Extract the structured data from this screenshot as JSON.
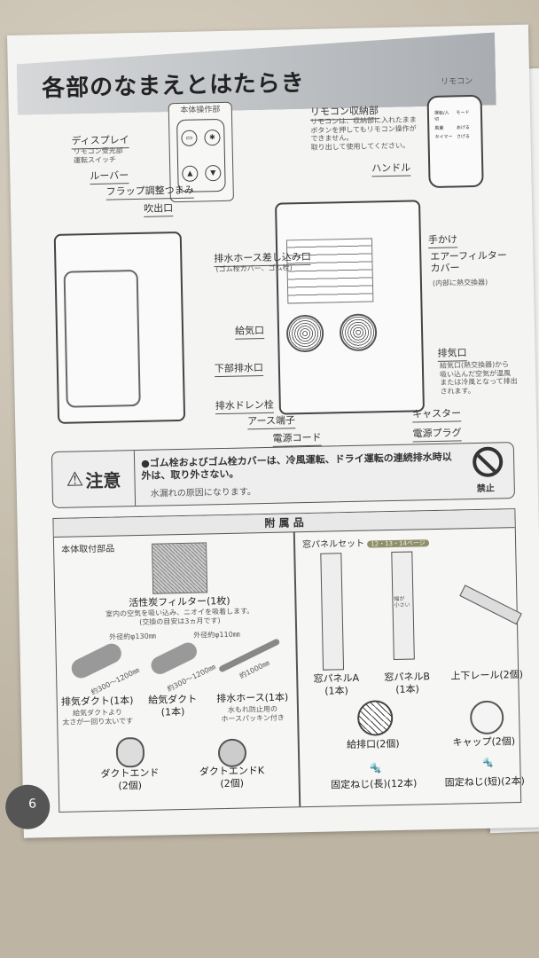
{
  "header": {
    "title": "各部のなまえとはたらき"
  },
  "front": {
    "control_panel_title": "本体操作部",
    "control_buttons": [
      "モード",
      "風量",
      "あげる",
      "さげる"
    ],
    "display": "ディスプレイ",
    "display_note": "リモコン受光部\n運転スイッチ",
    "louver": "ルーバー",
    "flap": "フラップ調整つまみ",
    "outlet": "吹出口"
  },
  "back": {
    "remote_storage": "リモコン収納部",
    "remote_storage_note": "リモコンは、収納部に入れたまま\nボタンを押してもリモコン操作が\nできません。\n取り出して使用してください。",
    "handle": "ハンドル",
    "grip": "手かけ",
    "filter_cover": "エアーフィルター\nカバー",
    "filter_cover_note": "(内部に熱交換器)",
    "drain_hose_inlet": "排水ホース差し込み口",
    "drain_hose_inlet_note": "(ゴム栓カバー、ゴム栓)",
    "intake": "給気口",
    "exhaust": "排気口",
    "exhaust_note": "給気口(熱交換器)から\n吸い込んだ空気が温風\nまたは冷風となって排出\nされます。",
    "lower_drain": "下部排水口",
    "drain_plug": "排水ドレン栓",
    "ground": "アース端子",
    "cord": "電源コード",
    "caster": "キャスター",
    "plug": "電源プラグ"
  },
  "remote": {
    "title": "リモコン",
    "buttons": [
      "運転/入切",
      "モード",
      "風量",
      "あげる",
      "タイマー",
      "さげる"
    ]
  },
  "caution": {
    "label": "注意",
    "text": "●ゴム栓およびゴム栓カバーは、冷風運転、ドライ運転の連続排水時以外は、取り外さない。",
    "sub": "水漏れの原因になります。",
    "prohibit": "禁止"
  },
  "accessories": {
    "title": "附 属 品",
    "body_parts": "本体取付部品",
    "filter": "活性炭フィルター(1枚)",
    "filter_note": "室内の空気を吸い込み、ニオイを吸着します。\n(交換の目安は3ヵ月です)",
    "exhaust_duct": "排気ダクト(1本)",
    "exhaust_duct_note": "給気ダクトより\n太さが一回り太いです",
    "exhaust_duct_dia": "外径約φ130㎜",
    "exhaust_duct_len": "約300〜1200㎜",
    "intake_duct": "給気ダクト\n(1本)",
    "intake_duct_dia": "外径約φ110㎜",
    "intake_duct_len": "約300〜1200㎜",
    "drain_hose": "排水ホース(1本)",
    "drain_hose_note": "水もれ防止用の\nホースパッキン付き",
    "drain_hose_len": "約1000㎜",
    "duct_end": "ダクトエンド\n(2個)",
    "duct_end_k": "ダクトエンドK\n(2個)",
    "window_set": "窓パネルセット",
    "window_set_pages": "12・13・14ページ",
    "panel_a": "窓パネルA\n(1本)",
    "panel_b": "窓パネルB\n(1本)",
    "panel_b_note": "幅が\n小さい",
    "rail": "上下レール(2個)",
    "vent": "給排口(2個)",
    "cap": "キャップ(2個)",
    "screw_long": "固定ねじ(長)(12本)",
    "screw_short": "固定ねじ(短)(2本)"
  },
  "page_number": "6"
}
